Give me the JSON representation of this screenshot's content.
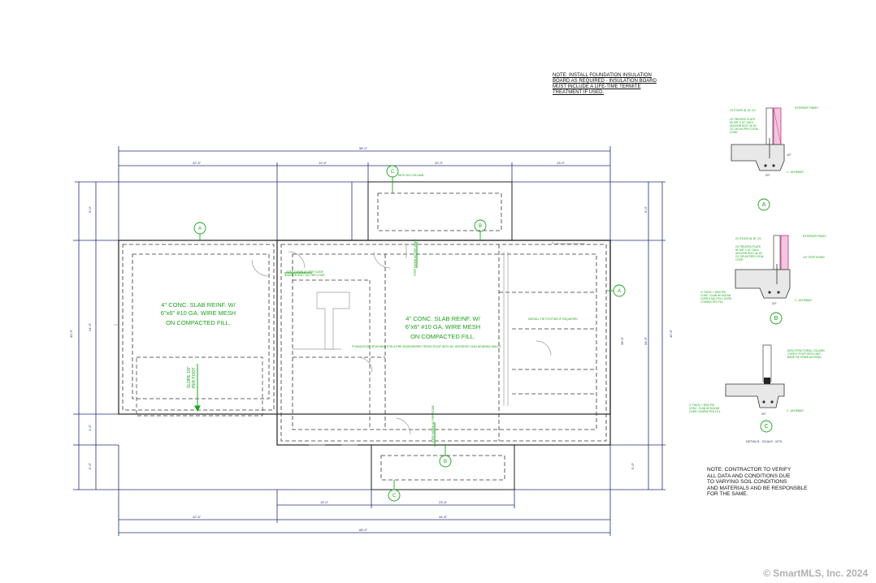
{
  "notes": {
    "top": "NOTE: INSTALL FOUNDATION INSULATION\nBOARD AS REQUIRED - INSULATION BOARD\nMUST INCLUDE A LIFE-TIME TERMITE\nTREATMENT IF USED.",
    "contractor": "NOTE: CONTRACTOR TO VERIFY\nALL DATA AND CONDITIONS DUE\nTO VARYING SOIL CONDITIONS\nAND MATERIALS AND BE RESPONSBLE\nFOR THE SAME."
  },
  "slab_left": [
    "4\" CONC. SLAB REINF. W/",
    "6\"x6\" #10 GA. WIRE MESH",
    "ON COMPACTED FILL."
  ],
  "slab_center": [
    "4\" CONC. SLAB REINF. W/",
    "6\"x6\" #10 GA. WIRE MESH",
    "ON COMPACTED FILL."
  ],
  "slope_label": [
    "SLOPE 1/8\"",
    "PER FOOT"
  ],
  "plan_labels": {
    "no_column": "WITH NO COLUMN",
    "install_footing": "INSTALL TIE FOOTING IF REQUIRED",
    "foundation_note": "FOUNDATION DESIGNED FOR A PRE-ENGINEERED TRUSS ROOF WITH NO INTERIOR LOAD BEARING WALLS",
    "step_down": "STEP DOWN AS PER CODE",
    "anchor_note": "ANCHOR BOLT AS PER CODE"
  },
  "dims": {
    "overall_top": "58'-0\"",
    "top_segments": [
      "22'-5\"",
      "12'-6\"",
      "20'-3\"",
      "13'-0\""
    ],
    "bottom_segments_a": [
      "13'-0\"",
      "23'-6\""
    ],
    "bottom_segments_b": [
      "22'-5\"",
      "44'-8\""
    ],
    "overall_bottom": "68'-0\"",
    "left": [
      "42'-6\"",
      "9'-0\"",
      "24'-6\"",
      "4'-0\"",
      "5'-0\""
    ],
    "right": [
      "42'-6\"",
      "9'-0\"",
      "34'-6\"",
      "28'-6\"",
      "5'-0\""
    ]
  },
  "section_markers": [
    "A",
    "B",
    "C"
  ],
  "details": {
    "a": {
      "marker": "A",
      "labels": [
        "2X STUDS @ 16\" OC",
        "2X TREATED PLATE",
        "W/ 5/8\" X 10\" GALV.",
        "ANCHOR BOLT @ 16\"",
        "OC OR AS PER LOCAL",
        "CODE",
        "EXTERIOR FINISH",
        "2 - #5 REBAR",
        "20\"",
        "10\""
      ]
    },
    "b": {
      "marker": "B",
      "labels": [
        "2X STUDS @ 16\" OC",
        "2X TREATED PLATE",
        "W/ 5/8\" X 10\" GALV.",
        "ANCHOR BOLT @ 16\"",
        "OC OR AS PER LOCAL",
        "CODE",
        "EXTERIOR FINISH",
        "1/4\" STEP DOWN",
        "4\" THICK + 3000 PSI",
        "CONC. SLAB W/ 6X6 6/6",
        "OVER 6 MIL POLY OVER",
        "COMPACTED FILL",
        "2 - #5 REBAR",
        "20\""
      ]
    },
    "c": {
      "marker": "C",
      "labels": [
        "NON STRUCTURAL COLUMN",
        "OVER 6\" POST WITH UNIT-",
        "BASE TIE DOWN AS REQD.",
        "4\" THICK + 3000 PSI",
        "CONC. SLAB W/ 6X6 6/6",
        "OVER COMPACTED FILL",
        "2 - #5 REBAR",
        "20\""
      ]
    },
    "scale": "DETAILS - SCALE : NTS"
  },
  "copyright": "© SmartMLS, Inc.  2024",
  "colors": {
    "line": "#1f2d7a",
    "annotation": "#1aa31a",
    "hatch": "#d0308a"
  }
}
